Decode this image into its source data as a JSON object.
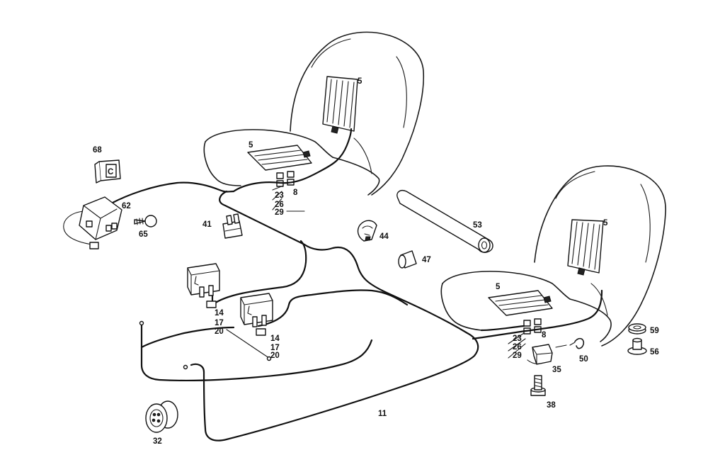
{
  "labels": {
    "l5a": "5",
    "l5b": "5",
    "l5c": "5",
    "l5d": "5",
    "l8a": "8",
    "l8b": "8",
    "l11": "11",
    "l14a": "14",
    "l17a": "17",
    "l20a": "20",
    "l14b": "14",
    "l17b": "17",
    "l20b": "20",
    "l23a": "23",
    "l26a": "26",
    "l29a": "29",
    "l23b": "23",
    "l26b": "26",
    "l29b": "29",
    "l32": "32",
    "l35": "35",
    "l38": "38",
    "l41": "41",
    "l44": "44",
    "l47": "47",
    "l50": "50",
    "l53": "53",
    "l56": "56",
    "l59": "59",
    "l62": "62",
    "l65": "65",
    "l68": "68"
  },
  "icons": {
    "relay_letter": "C"
  }
}
